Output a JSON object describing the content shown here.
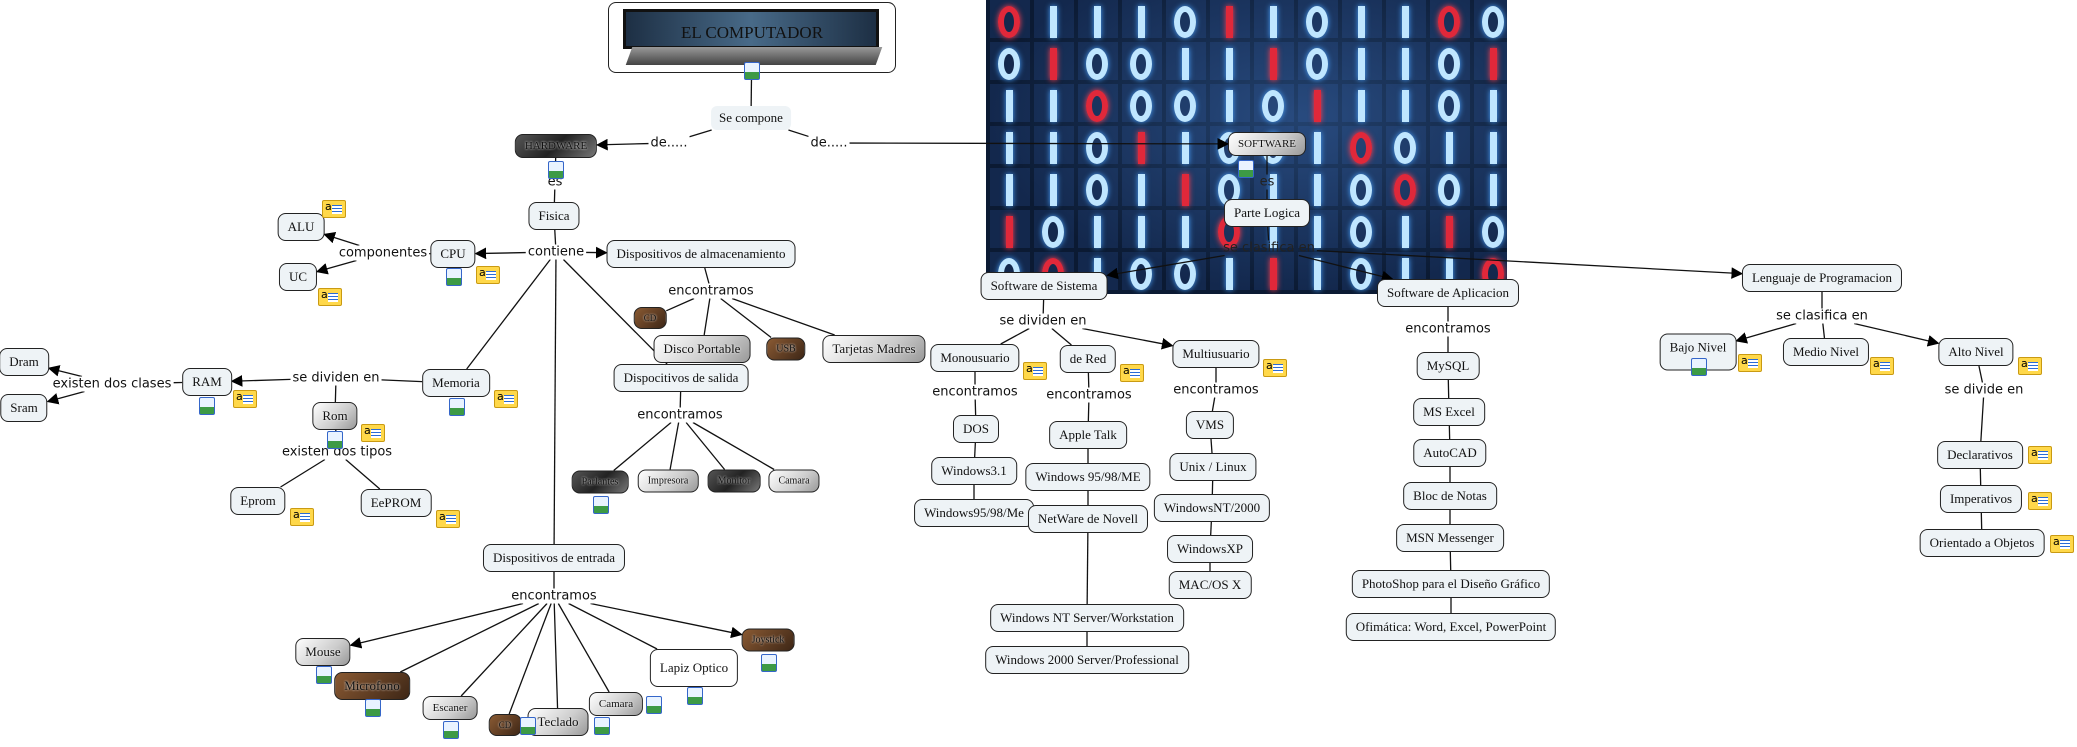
{
  "nodes": {
    "comp": "EL COMPUTADOR",
    "hw": "HARDWARE",
    "sw": "SOFTWARE",
    "fisica": "Fisica",
    "logica": "Parte Logica",
    "cpu": "CPU",
    "alu": "ALU",
    "uc": "UC",
    "alm": "Dispositivos de almacenamiento",
    "cd1": "CD",
    "disco": "Disco Portable",
    "usb": "USB",
    "tarj": "Tarjetas Madres",
    "memoria": "Memoria",
    "ram": "RAM",
    "dram": "Dram",
    "sram": "Sram",
    "rom": "Rom",
    "eprom": "Eprom",
    "eeprom": "EePROM",
    "salida": "Dispocitivos de salida",
    "o1": "Parlantes",
    "o2": "Impresora",
    "o3": "Monitor",
    "o4": "Camara",
    "entrada": "Dispositivos de entrada",
    "mouse": "Mouse",
    "micro": "Microfono",
    "escaner": "Escaner",
    "cd2": "CD",
    "teclado": "Teclado",
    "camara": "Camara",
    "lapiz": "Lapiz Optico",
    "joy": "Joystick",
    "sist": "Software de Sistema",
    "mono": "Monousuario",
    "red": "de Red",
    "multi": "Multiusuario",
    "dos": "DOS",
    "w31": "Windows3.1",
    "w95a": "Windows95/98/Me",
    "apple": "Apple Talk",
    "w95b": "Windows 95/98/ME",
    "netware": "NetWare de Novell",
    "wnt": "Windows NT Server/Workstation",
    "w2000": "Windows 2000 Server/Professional",
    "vms": "VMS",
    "unix": "Unix / Linux",
    "wnt2": "WindowsNT/2000",
    "wxp": "WindowsXP",
    "mac": "MAC/OS X",
    "apl": "Software de Aplicacion",
    "mysql": "MySQL",
    "excel": "MS Excel",
    "autocad": "AutoCAD",
    "bloc": "Bloc de Notas",
    "msn": "MSN Messenger",
    "ps": "PhotoShop para el Diseño Gráfico",
    "ofi": "Ofimática: Word, Excel, PowerPoint",
    "leng": "Lenguaje de Programacion",
    "bajo": "Bajo Nivel",
    "medio": "Medio Nivel",
    "alto": "Alto Nivel",
    "decl": "Declarativos",
    "imp": "Imperativos",
    "oo": "Orientado a Objetos"
  },
  "links": {
    "secomp": "Se compone",
    "de1": "de.....",
    "de2": "de.....",
    "es1": "es",
    "es2": "es",
    "contiene": "contiene",
    "componentes": "componentes",
    "enc1": "encontramos",
    "sediv1": "se dividen en",
    "clases": "existen dos clases",
    "tipos": "existen dos tipos",
    "enc2": "encontramos",
    "enc3": "encontramos",
    "seclas1": "se clasifica en",
    "sediv2": "se dividen en",
    "enc4": "encontramos",
    "enc5": "encontramos",
    "enc6": "encontramos",
    "enc7": "encontramos",
    "seclas2": "se clasifica en",
    "sedivide": "se divide en"
  },
  "edges": [
    [
      "comp",
      "secomp",
      0
    ],
    [
      "secomp",
      "de1",
      0
    ],
    [
      "de1",
      "hw",
      1
    ],
    [
      "secomp",
      "de2",
      0
    ],
    [
      "de2",
      "sw",
      1
    ],
    [
      "hw",
      "es1",
      0
    ],
    [
      "es1",
      "fisica",
      0
    ],
    [
      "fisica",
      "contiene",
      0
    ],
    [
      "contiene",
      "cpu",
      1
    ],
    [
      "contiene",
      "alm",
      1
    ],
    [
      "contiene",
      "memoria",
      0
    ],
    [
      "contiene",
      "salida",
      0
    ],
    [
      "contiene",
      "entrada",
      0
    ],
    [
      "cpu",
      "componentes",
      0
    ],
    [
      "componentes",
      "alu",
      1
    ],
    [
      "componentes",
      "uc",
      1
    ],
    [
      "alm",
      "enc1",
      0
    ],
    [
      "enc1",
      "cd1",
      0
    ],
    [
      "enc1",
      "disco",
      0
    ],
    [
      "enc1",
      "usb",
      0
    ],
    [
      "enc1",
      "tarj",
      0
    ],
    [
      "memoria",
      "sediv1",
      0
    ],
    [
      "sediv1",
      "ram",
      1
    ],
    [
      "sediv1",
      "rom",
      0
    ],
    [
      "ram",
      "clases",
      0
    ],
    [
      "clases",
      "dram",
      1
    ],
    [
      "clases",
      "sram",
      1
    ],
    [
      "rom",
      "tipos",
      0
    ],
    [
      "tipos",
      "eprom",
      0
    ],
    [
      "tipos",
      "eeprom",
      0
    ],
    [
      "salida",
      "enc2",
      0
    ],
    [
      "enc2",
      "o1",
      0
    ],
    [
      "enc2",
      "o2",
      0
    ],
    [
      "enc2",
      "o3",
      0
    ],
    [
      "enc2",
      "o4",
      0
    ],
    [
      "entrada",
      "enc3",
      0
    ],
    [
      "enc3",
      "mouse",
      1
    ],
    [
      "enc3",
      "micro",
      0
    ],
    [
      "enc3",
      "escaner",
      0
    ],
    [
      "enc3",
      "cd2",
      0
    ],
    [
      "enc3",
      "teclado",
      0
    ],
    [
      "enc3",
      "camara",
      0
    ],
    [
      "enc3",
      "lapiz",
      0
    ],
    [
      "enc3",
      "joy",
      1
    ],
    [
      "sw",
      "es2",
      0
    ],
    [
      "es2",
      "logica",
      0
    ],
    [
      "logica",
      "seclas1",
      0
    ],
    [
      "seclas1",
      "sist",
      1
    ],
    [
      "seclas1",
      "apl",
      1
    ],
    [
      "seclas1",
      "leng",
      1
    ],
    [
      "sist",
      "sediv2",
      0
    ],
    [
      "sediv2",
      "mono",
      0
    ],
    [
      "sediv2",
      "red",
      0
    ],
    [
      "sediv2",
      "multi",
      1
    ],
    [
      "mono",
      "enc4",
      0
    ],
    [
      "enc4",
      "dos",
      0
    ],
    [
      "dos",
      "w31",
      0
    ],
    [
      "w31",
      "w95a",
      0
    ],
    [
      "red",
      "enc5",
      0
    ],
    [
      "enc5",
      "apple",
      0
    ],
    [
      "apple",
      "w95b",
      0
    ],
    [
      "w95b",
      "netware",
      0
    ],
    [
      "netware",
      "wnt",
      0
    ],
    [
      "wnt",
      "w2000",
      0
    ],
    [
      "multi",
      "enc6",
      0
    ],
    [
      "enc6",
      "vms",
      0
    ],
    [
      "vms",
      "unix",
      0
    ],
    [
      "unix",
      "wnt2",
      0
    ],
    [
      "wnt2",
      "wxp",
      0
    ],
    [
      "wxp",
      "mac",
      0
    ],
    [
      "apl",
      "enc7",
      0
    ],
    [
      "enc7",
      "mysql",
      0
    ],
    [
      "mysql",
      "excel",
      0
    ],
    [
      "excel",
      "autocad",
      0
    ],
    [
      "autocad",
      "bloc",
      0
    ],
    [
      "bloc",
      "msn",
      0
    ],
    [
      "msn",
      "ps",
      0
    ],
    [
      "ps",
      "ofi",
      0
    ],
    [
      "leng",
      "seclas2",
      0
    ],
    [
      "seclas2",
      "bajo",
      1
    ],
    [
      "seclas2",
      "medio",
      0
    ],
    [
      "seclas2",
      "alto",
      1
    ],
    [
      "alto",
      "sedivide",
      0
    ],
    [
      "sedivide",
      "decl",
      0
    ],
    [
      "decl",
      "imp",
      0
    ],
    [
      "imp",
      "oo",
      0
    ]
  ],
  "icons": {
    "image": "image-resource-icon",
    "note": "text-note-icon"
  },
  "colors": {
    "node_fill": "#eef3f6",
    "node_border": "#222222",
    "note": "#ffd84a",
    "image_icon": "#3566c9"
  }
}
